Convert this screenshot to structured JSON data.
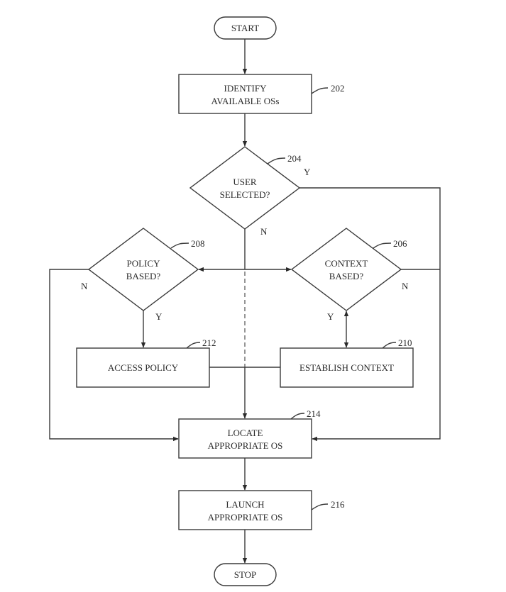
{
  "diagram": {
    "type": "flowchart",
    "nodes": {
      "start": {
        "label": "START"
      },
      "identify": {
        "line1": "IDENTIFY",
        "line2": "AVAILABLE OSs",
        "ref": "202"
      },
      "user_selected": {
        "line1": "USER",
        "line2": "SELECTED?",
        "ref": "204",
        "yes": "Y",
        "no": "N"
      },
      "policy_based": {
        "line1": "POLICY",
        "line2": "BASED?",
        "ref": "208",
        "yes": "Y",
        "no": "N"
      },
      "context_based": {
        "line1": "CONTEXT",
        "line2": "BASED?",
        "ref": "206",
        "yes": "Y",
        "no": "N"
      },
      "access_policy": {
        "label": "ACCESS POLICY",
        "ref": "212"
      },
      "establish_context": {
        "label": "ESTABLISH CONTEXT",
        "ref": "210"
      },
      "locate": {
        "line1": "LOCATE",
        "line2": "APPROPRIATE OS",
        "ref": "214"
      },
      "launch": {
        "line1": "LAUNCH",
        "line2": "APPROPRIATE OS",
        "ref": "216"
      },
      "stop": {
        "label": "STOP"
      }
    },
    "edges": [
      {
        "from": "start",
        "to": "identify"
      },
      {
        "from": "identify",
        "to": "user_selected"
      },
      {
        "from": "user_selected",
        "to": "locate",
        "condition": "Y"
      },
      {
        "from": "user_selected",
        "to": "policy_based",
        "condition": "N"
      },
      {
        "from": "user_selected",
        "to": "context_based",
        "condition": "N"
      },
      {
        "from": "policy_based",
        "to": "access_policy",
        "condition": "Y"
      },
      {
        "from": "policy_based",
        "to": "locate",
        "condition": "N"
      },
      {
        "from": "context_based",
        "to": "establish_context",
        "condition": "Y",
        "bidirectional": true
      },
      {
        "from": "context_based",
        "to": "locate",
        "condition": "N"
      },
      {
        "from": "access_policy",
        "to": "locate"
      },
      {
        "from": "establish_context",
        "to": "locate"
      },
      {
        "from": "locate",
        "to": "launch"
      },
      {
        "from": "launch",
        "to": "stop"
      }
    ]
  }
}
